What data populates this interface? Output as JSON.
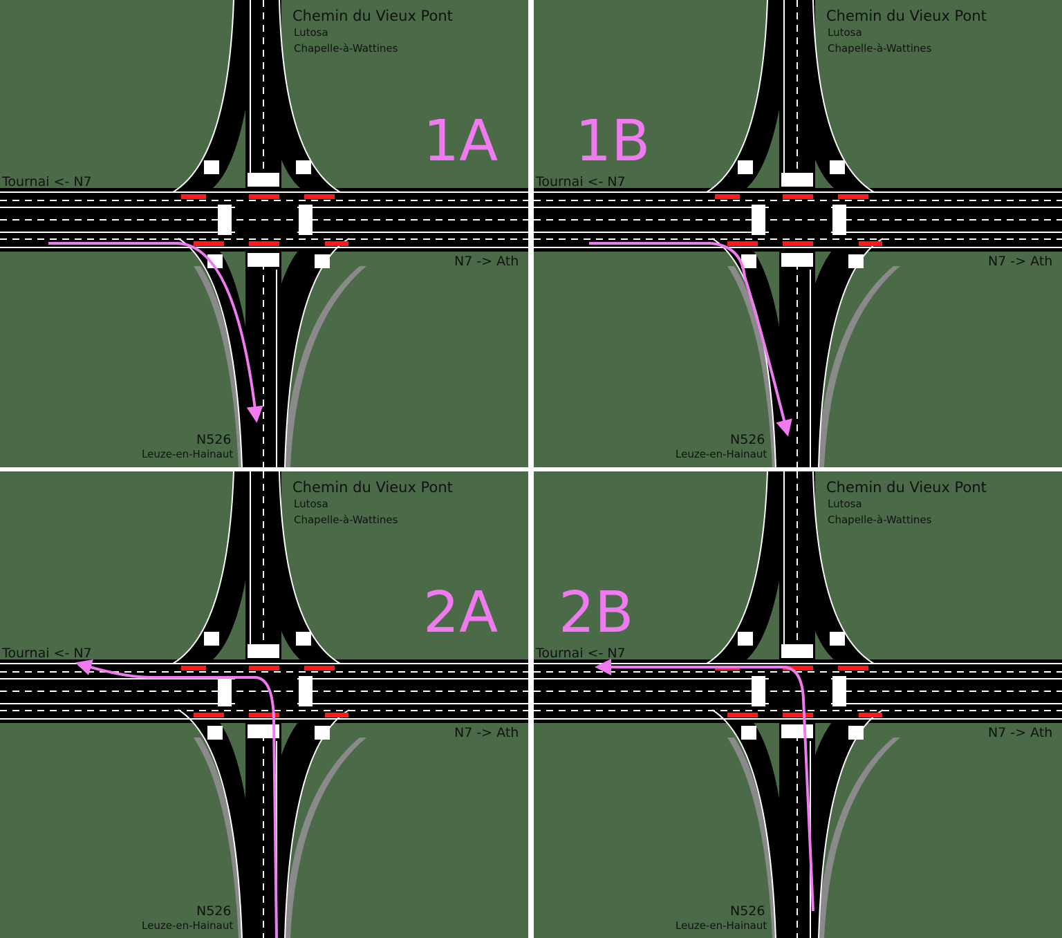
{
  "colors": {
    "grass": "#4a6a48",
    "road": "#000000",
    "marking": "#ffffff",
    "crossing_red": "#ff1a1a",
    "shoulder_gray": "#8a8a8a",
    "route_pink": "#f07af0",
    "separator": "#ffffff"
  },
  "labels": {
    "north_road": "Chemin du Vieux Pont",
    "north_sub1": "Lutosa",
    "north_sub2": "Chapelle-à-Wattines",
    "west_road": "Tournai <- N7",
    "east_road": "N7  -> Ath",
    "south_road": "N526",
    "south_sub": "Leuze-en-Hainaut"
  },
  "panels": [
    {
      "id": "1A",
      "title": "1A",
      "route": "west-to-south-right-turn"
    },
    {
      "id": "1B",
      "title": "1B",
      "route": "west-to-south-direct"
    },
    {
      "id": "2A",
      "title": "2A",
      "route": "south-to-west-loop"
    },
    {
      "id": "2B",
      "title": "2B",
      "route": "south-to-west-direct"
    }
  ]
}
